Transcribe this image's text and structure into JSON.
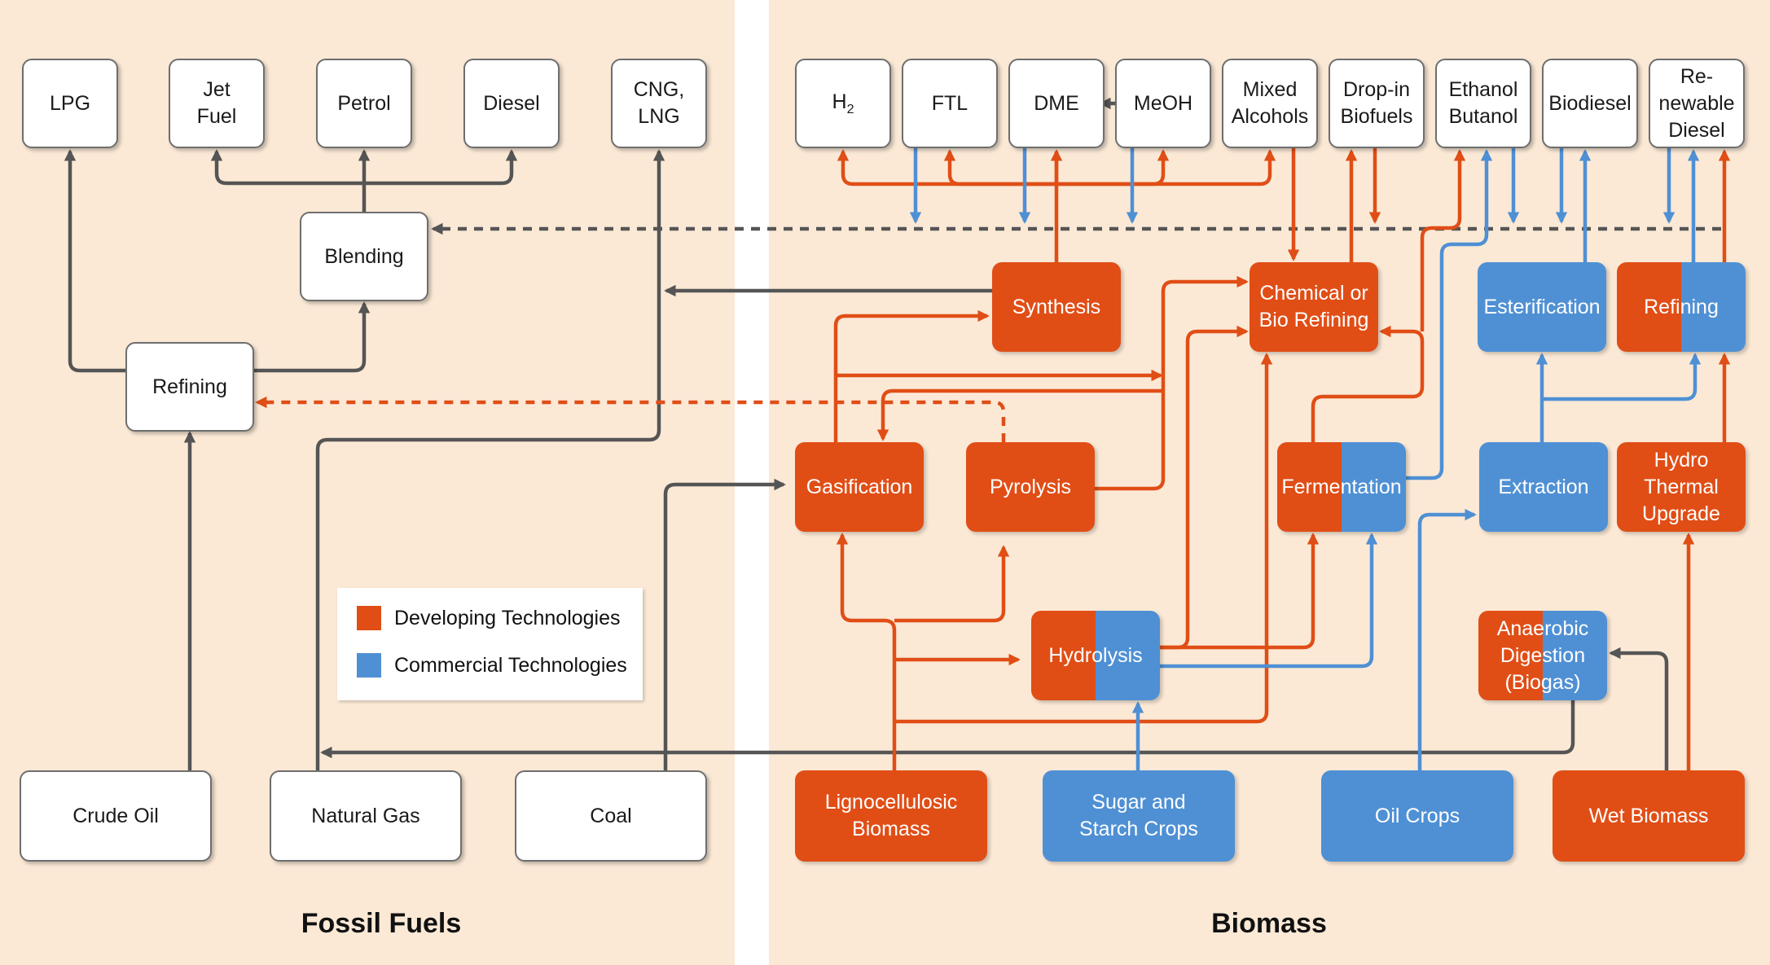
{
  "colors": {
    "developing": "#e04e16",
    "commercial": "#4f90d4",
    "fossil_line": "#555555",
    "background": "#fbe9d6"
  },
  "sections": {
    "fossil": "Fossil Fuels",
    "biomass": "Biomass"
  },
  "legend": {
    "developing": "Developing Technologies",
    "commercial": "Commercial Technologies"
  },
  "products": {
    "lpg": "LPG",
    "jet_fuel": "Jet\nFuel",
    "petrol": "Petrol",
    "diesel": "Diesel",
    "cng_lng": "CNG,\nLNG",
    "h2": "H",
    "h2_sub": "2",
    "ftl": "FTL",
    "dme": "DME",
    "meoh": "MeOH",
    "mixed_alcohols": "Mixed\nAlcohols",
    "drop_in": "Drop-in\nBiofuels",
    "ethanol_butanol": "Ethanol\nButanol",
    "biodiesel": "Biodiesel",
    "renewable_diesel": "Re-\nnewable\nDiesel"
  },
  "processes": {
    "blending": "Blending",
    "refining_fossil": "Refining",
    "synthesis": "Synthesis",
    "chemical_bio_refining": "Chemical or\nBio Refining",
    "esterification": "Esterification",
    "refining_bio": "Refining",
    "gasification": "Gasification",
    "pyrolysis": "Pyrolysis",
    "fermentation": "Fermentation",
    "extraction": "Extraction",
    "hydro_thermal_upgrade": "Hydro\nThermal\nUpgrade",
    "hydrolysis": "Hydrolysis",
    "anaerobic_digestion": "Anaerobic\nDigestion\n(Biogas)"
  },
  "feedstocks": {
    "crude_oil": "Crude Oil",
    "natural_gas": "Natural Gas",
    "coal": "Coal",
    "lignocellulosic": "Lignocellulosic\nBiomass",
    "sugar_starch": "Sugar and\nStarch Crops",
    "oil_crops": "Oil Crops",
    "wet_biomass": "Wet Biomass"
  }
}
